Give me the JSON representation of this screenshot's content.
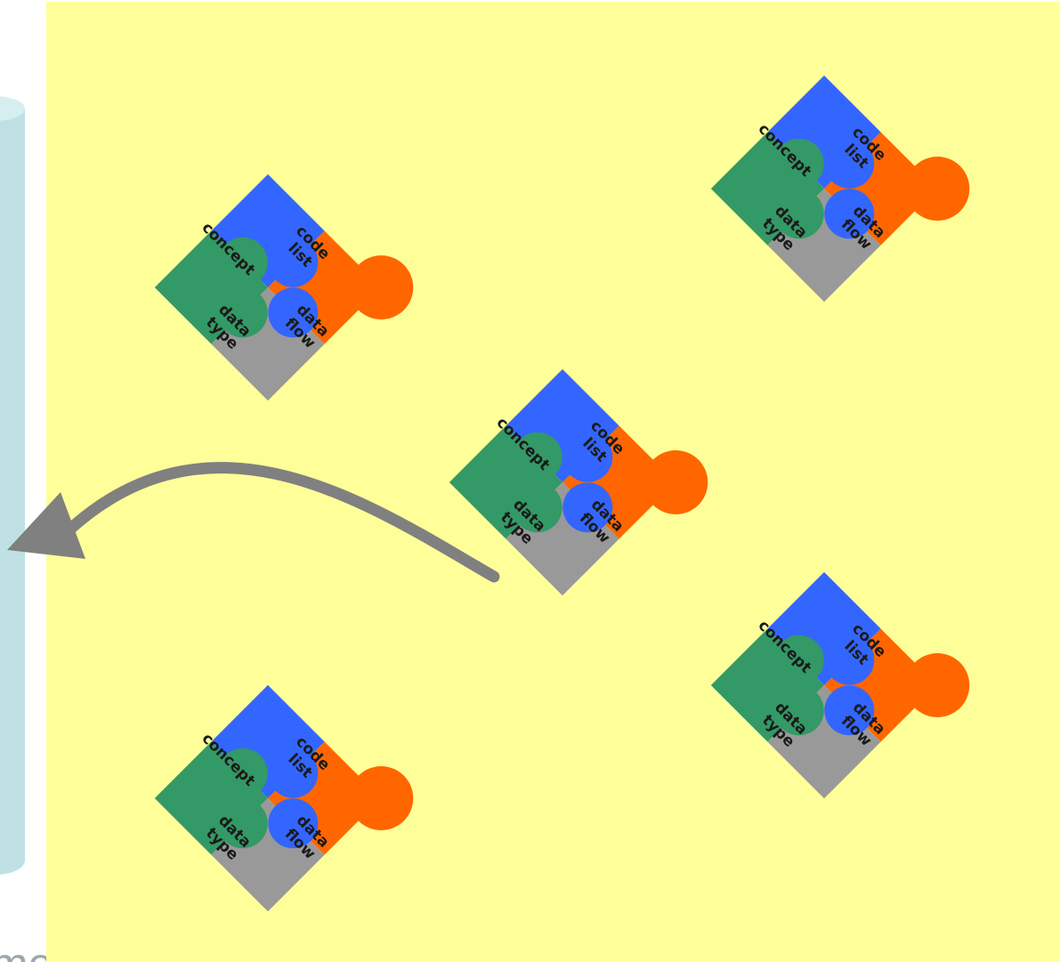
{
  "puzzle_labels": {
    "top": [
      "code",
      "list"
    ],
    "left": [
      "concept"
    ],
    "right": [
      "data",
      "flow"
    ],
    "bottom": [
      "data",
      "type"
    ]
  },
  "bottom_caption": "measure-",
  "colors": {
    "panel_background": "#ffff99",
    "cylinder_fill": "#bfe1e4",
    "cylinder_top": "#d6eef0",
    "top_piece": "#ff6600",
    "left_piece": "#3366ff",
    "right_piece": "#999999",
    "bottom_piece": "#339966",
    "arrow": "#808080",
    "caption": "#9ca8ab"
  }
}
